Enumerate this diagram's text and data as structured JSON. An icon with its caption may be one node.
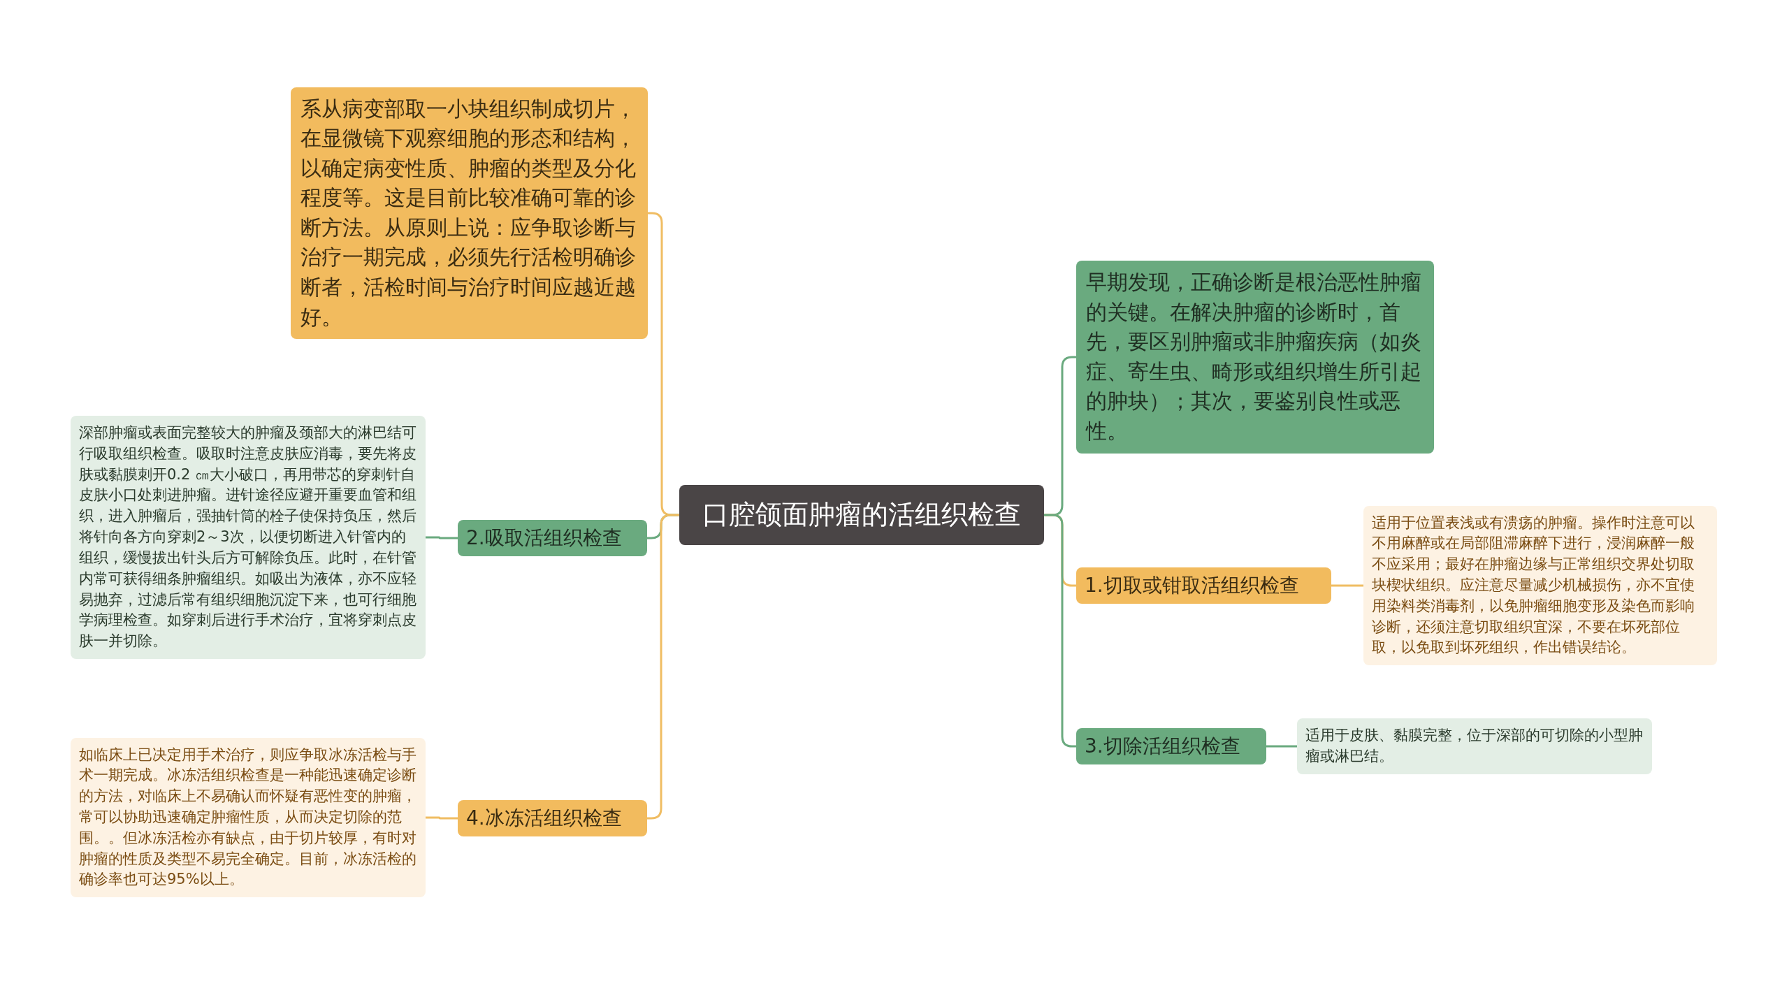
{
  "diagram": {
    "nodes": [
      {
        "text": [
          "口腔颌面肿瘤的活组织检查"
        ]
      },
      {
        "text": [
          "系从病变部取一小块组织制成切片，在显微镜下观察细胞的形态和结构，以确定病变性质、肿瘤的类型及分化程度等。这是目前比较准确可靠的诊断方法。从原则上说：应争取诊断与治疗一期完成，必须先行活检明确诊断者，活检时间与治疗时间应越近越好。"
        ]
      },
      {
        "text": [
          "2.吸取活组织检查"
        ]
      },
      {
        "text": [
          "深部肿瘤或表面完整较大的肿瘤及颈部大的淋巴结可行吸取组织检查。吸取时注意皮肤应消毒，要先将皮肤或黏膜刺开0.2 ㎝大小破口，再用带芯的穿刺针自皮肤小口处刺进肿瘤。进针途径应避开重要血管和组织，进入肿瘤后，强抽针筒的栓子使保持负压，然后将针向各方向穿刺2～3次，以便切断进入针管内的组织，缓慢拔出针头后方可解除负压。此时，在针管内常可获得细条肿瘤组织。如吸出为液体，亦不应轻易抛弃，过滤后常有组织细胞沉淀下来，也可行细胞学病理检查。如穿刺后进行手术治疗，宜将穿刺点皮肤一并切除。"
        ]
      },
      {
        "text": [
          "4.冰冻活组织检查"
        ]
      },
      {
        "text": [
          "如临床上已决定用手术治疗，则应争取冰冻活检与手术一期完成。冰冻活组织检查是一种能迅速确定诊断的方法，对临床上不易确认而怀疑有恶性变的肿瘤，常可以协助迅速确定肿瘤性质，从而决定切除的范围。。但冰冻活检亦有缺点，由于切片较厚，有时对肿瘤的性质及类型不易完全确定。目前，冰冻活检的确诊率也可达95%以上。"
        ]
      },
      {
        "text": [
          "早期发现，正确诊断是根治恶性肿瘤的关键。在解决肿瘤的诊断时，首先，要区别肿瘤或非肿瘤疾病（如炎症、寄生虫、畸形或组织增生所引起的肿块）；其次，要鉴别良性或恶性。"
        ]
      },
      {
        "text": [
          "1.切取或钳取活组织检查"
        ]
      },
      {
        "text": [
          "适用于位置表浅或有溃疡的肿瘤。操作时注意可以不用麻醉或在局部阻滞麻醉下进行，浸润麻醉一般不应采用；最好在肿瘤边缘与正常组织交界处切取块楔状组织。应注意尽量减少机械损伤，亦不宜使用染料类消毒剂，以免肿瘤细胞变形及染色而影响诊断，还须注意切取组织宜深，不要在坏死部位取，以免取到坏死组织，作出错误结论。"
        ]
      },
      {
        "text": [
          "3.切除活组织检查"
        ]
      },
      {
        "text": [
          "适用于皮肤、黏膜完整，位于深部的可切除的小型肿瘤或淋巴结。"
        ]
      }
    ],
    "edges": [
      {
        "from": 0,
        "to": 1,
        "arrow": "none",
        "color": "#f0bd63"
      },
      {
        "from": 0,
        "to": 2,
        "arrow": "none",
        "color": "#6aaa7f"
      },
      {
        "from": 2,
        "to": 3,
        "arrow": "none",
        "color": "#6aaa7f"
      },
      {
        "from": 0,
        "to": 4,
        "arrow": "none",
        "color": "#f0bd63"
      },
      {
        "from": 4,
        "to": 5,
        "arrow": "none",
        "color": "#f0bd63"
      },
      {
        "from": 0,
        "to": 6,
        "arrow": "none",
        "color": "#6aaa7f"
      },
      {
        "from": 0,
        "to": 7,
        "arrow": "none",
        "color": "#f0bd63"
      },
      {
        "from": 7,
        "to": 8,
        "arrow": "none",
        "color": "#f0bd63"
      },
      {
        "from": 0,
        "to": 9,
        "arrow": "none",
        "color": "#6aaa7f"
      },
      {
        "from": 9,
        "to": 10,
        "arrow": "none",
        "color": "#6aaa7f"
      }
    ]
  }
}
